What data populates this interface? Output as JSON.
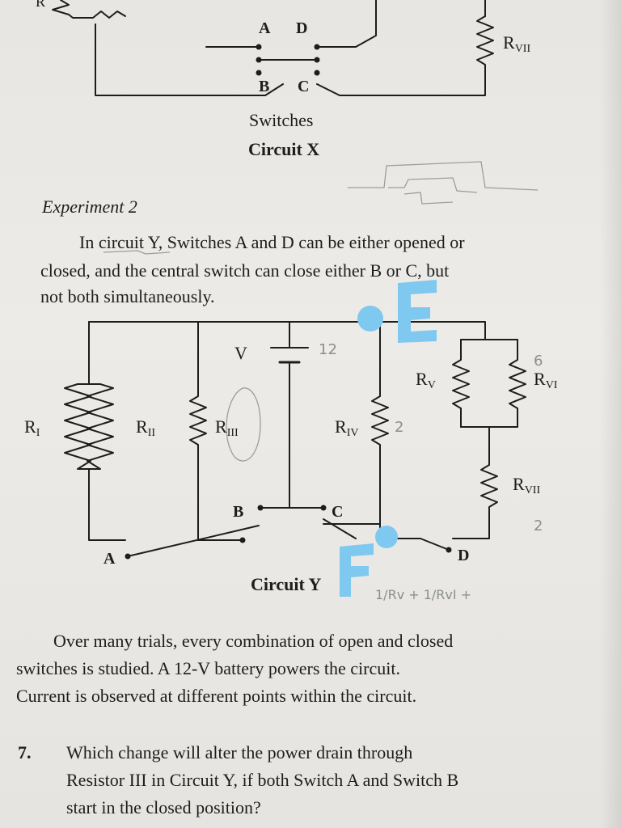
{
  "circuit_x": {
    "partial_label": "R",
    "switch_labels": {
      "a": "A",
      "d": "D",
      "b": "B",
      "c": "C"
    },
    "r7_label": "R",
    "r7_sub": "VII",
    "switches_caption": "Switches",
    "title": "Circuit X"
  },
  "experiment": {
    "heading": "Experiment 2",
    "lines": [
      "In circuit Y, Switches A and D can be either opened or",
      "closed, and the central switch can close either B or C, but",
      "not both simultaneously."
    ]
  },
  "circuit_y": {
    "resistors": [
      {
        "letter": "R",
        "sub": "I"
      },
      {
        "letter": "R",
        "sub": "II"
      },
      {
        "letter": "R",
        "sub": "III"
      },
      {
        "letter": "R",
        "sub": "IV"
      },
      {
        "letter": "R",
        "sub": "V"
      },
      {
        "letter": "R",
        "sub": "VI"
      },
      {
        "letter": "R",
        "sub": "VII"
      }
    ],
    "battery_label": "V",
    "switch_labels": {
      "a": "A",
      "b": "B",
      "c": "C",
      "d": "D"
    },
    "title": "Circuit Y",
    "annotations": {
      "handwritten_voltage": "12",
      "handwritten_r6": "6",
      "handwritten_r7": "2",
      "handwritten_r4": "2",
      "e_mark": "E",
      "f_mark": "F",
      "formula": "1/Rv + 1/RvI +"
    }
  },
  "body": {
    "lines": [
      "Over many trials, every combination of open and closed",
      "switches is studied. A 12-V battery powers the circuit.",
      "Current is observed at different points within the circuit."
    ]
  },
  "question": {
    "number": "7.",
    "lines": [
      "Which change will alter the power drain through",
      "Resistor III in Circuit Y, if both Switch A and Switch B",
      "start in the closed position?"
    ]
  },
  "colors": {
    "ink": "#1d1d1d",
    "highlight": "#7fc8ef",
    "pencil": "#8a8f8f"
  }
}
